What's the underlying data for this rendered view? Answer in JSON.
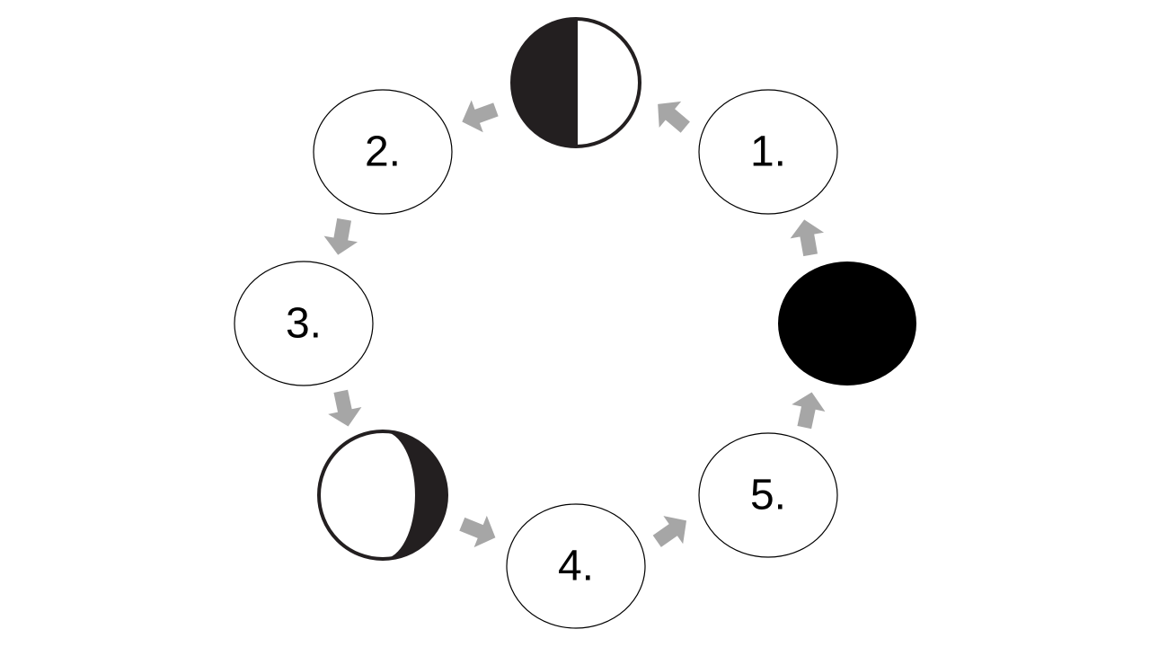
{
  "diagram": {
    "blank_phases": [
      {
        "id": "phase-1",
        "label": "1."
      },
      {
        "id": "phase-2",
        "label": "2."
      },
      {
        "id": "phase-3",
        "label": "3."
      },
      {
        "id": "phase-4",
        "label": "4."
      },
      {
        "id": "phase-5",
        "label": "5."
      }
    ],
    "drawn_phases": [
      {
        "id": "first-quarter-moon",
        "icon": "half-moon-icon"
      },
      {
        "id": "waning-crescent-moon",
        "icon": "crescent-moon-icon"
      },
      {
        "id": "new-moon",
        "icon": "new-moon-icon"
      }
    ],
    "arrow_color": "#a6a6a6",
    "outline_color": "#000000",
    "shadow_color": "#231f20"
  }
}
